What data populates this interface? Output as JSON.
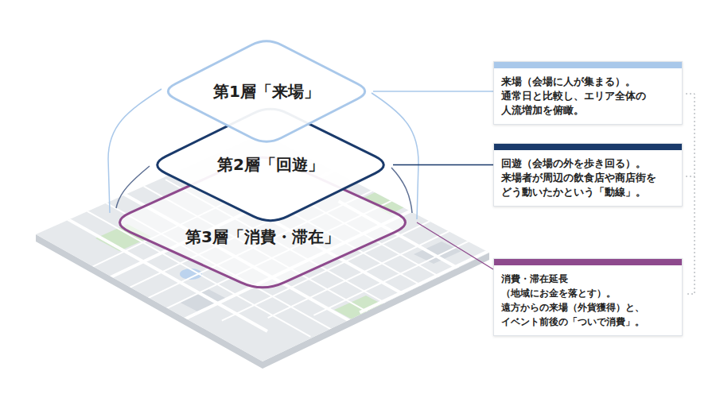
{
  "diagram": {
    "nodes": [
      {
        "text": [
          "第1層「来場」"
        ]
      },
      {
        "text": [
          "第2層「回遊」"
        ]
      },
      {
        "text": [
          "第3層「消費・滞在」"
        ]
      },
      {
        "text": [
          "来場（会場に人が集まる）。 通常日と比較し、エリア全体の 人流増加を俯瞰。"
        ]
      },
      {
        "text": [
          "回遊（会場の外を歩き回る）。 来場者が周辺の飲食店や商店街を どう動いたかという「動線」。"
        ]
      },
      {
        "text": [
          "消費・滞在延長（地域にお金を落とす）。 遠方からの来場（外貨獲得）と、 イベント前後の「ついで消費」。"
        ]
      }
    ],
    "edges": [
      {
        "from": 0,
        "to": 3,
        "arrow": "none"
      },
      {
        "from": 1,
        "to": 4,
        "arrow": "none"
      },
      {
        "from": 2,
        "to": 5,
        "arrow": "none"
      }
    ]
  }
}
